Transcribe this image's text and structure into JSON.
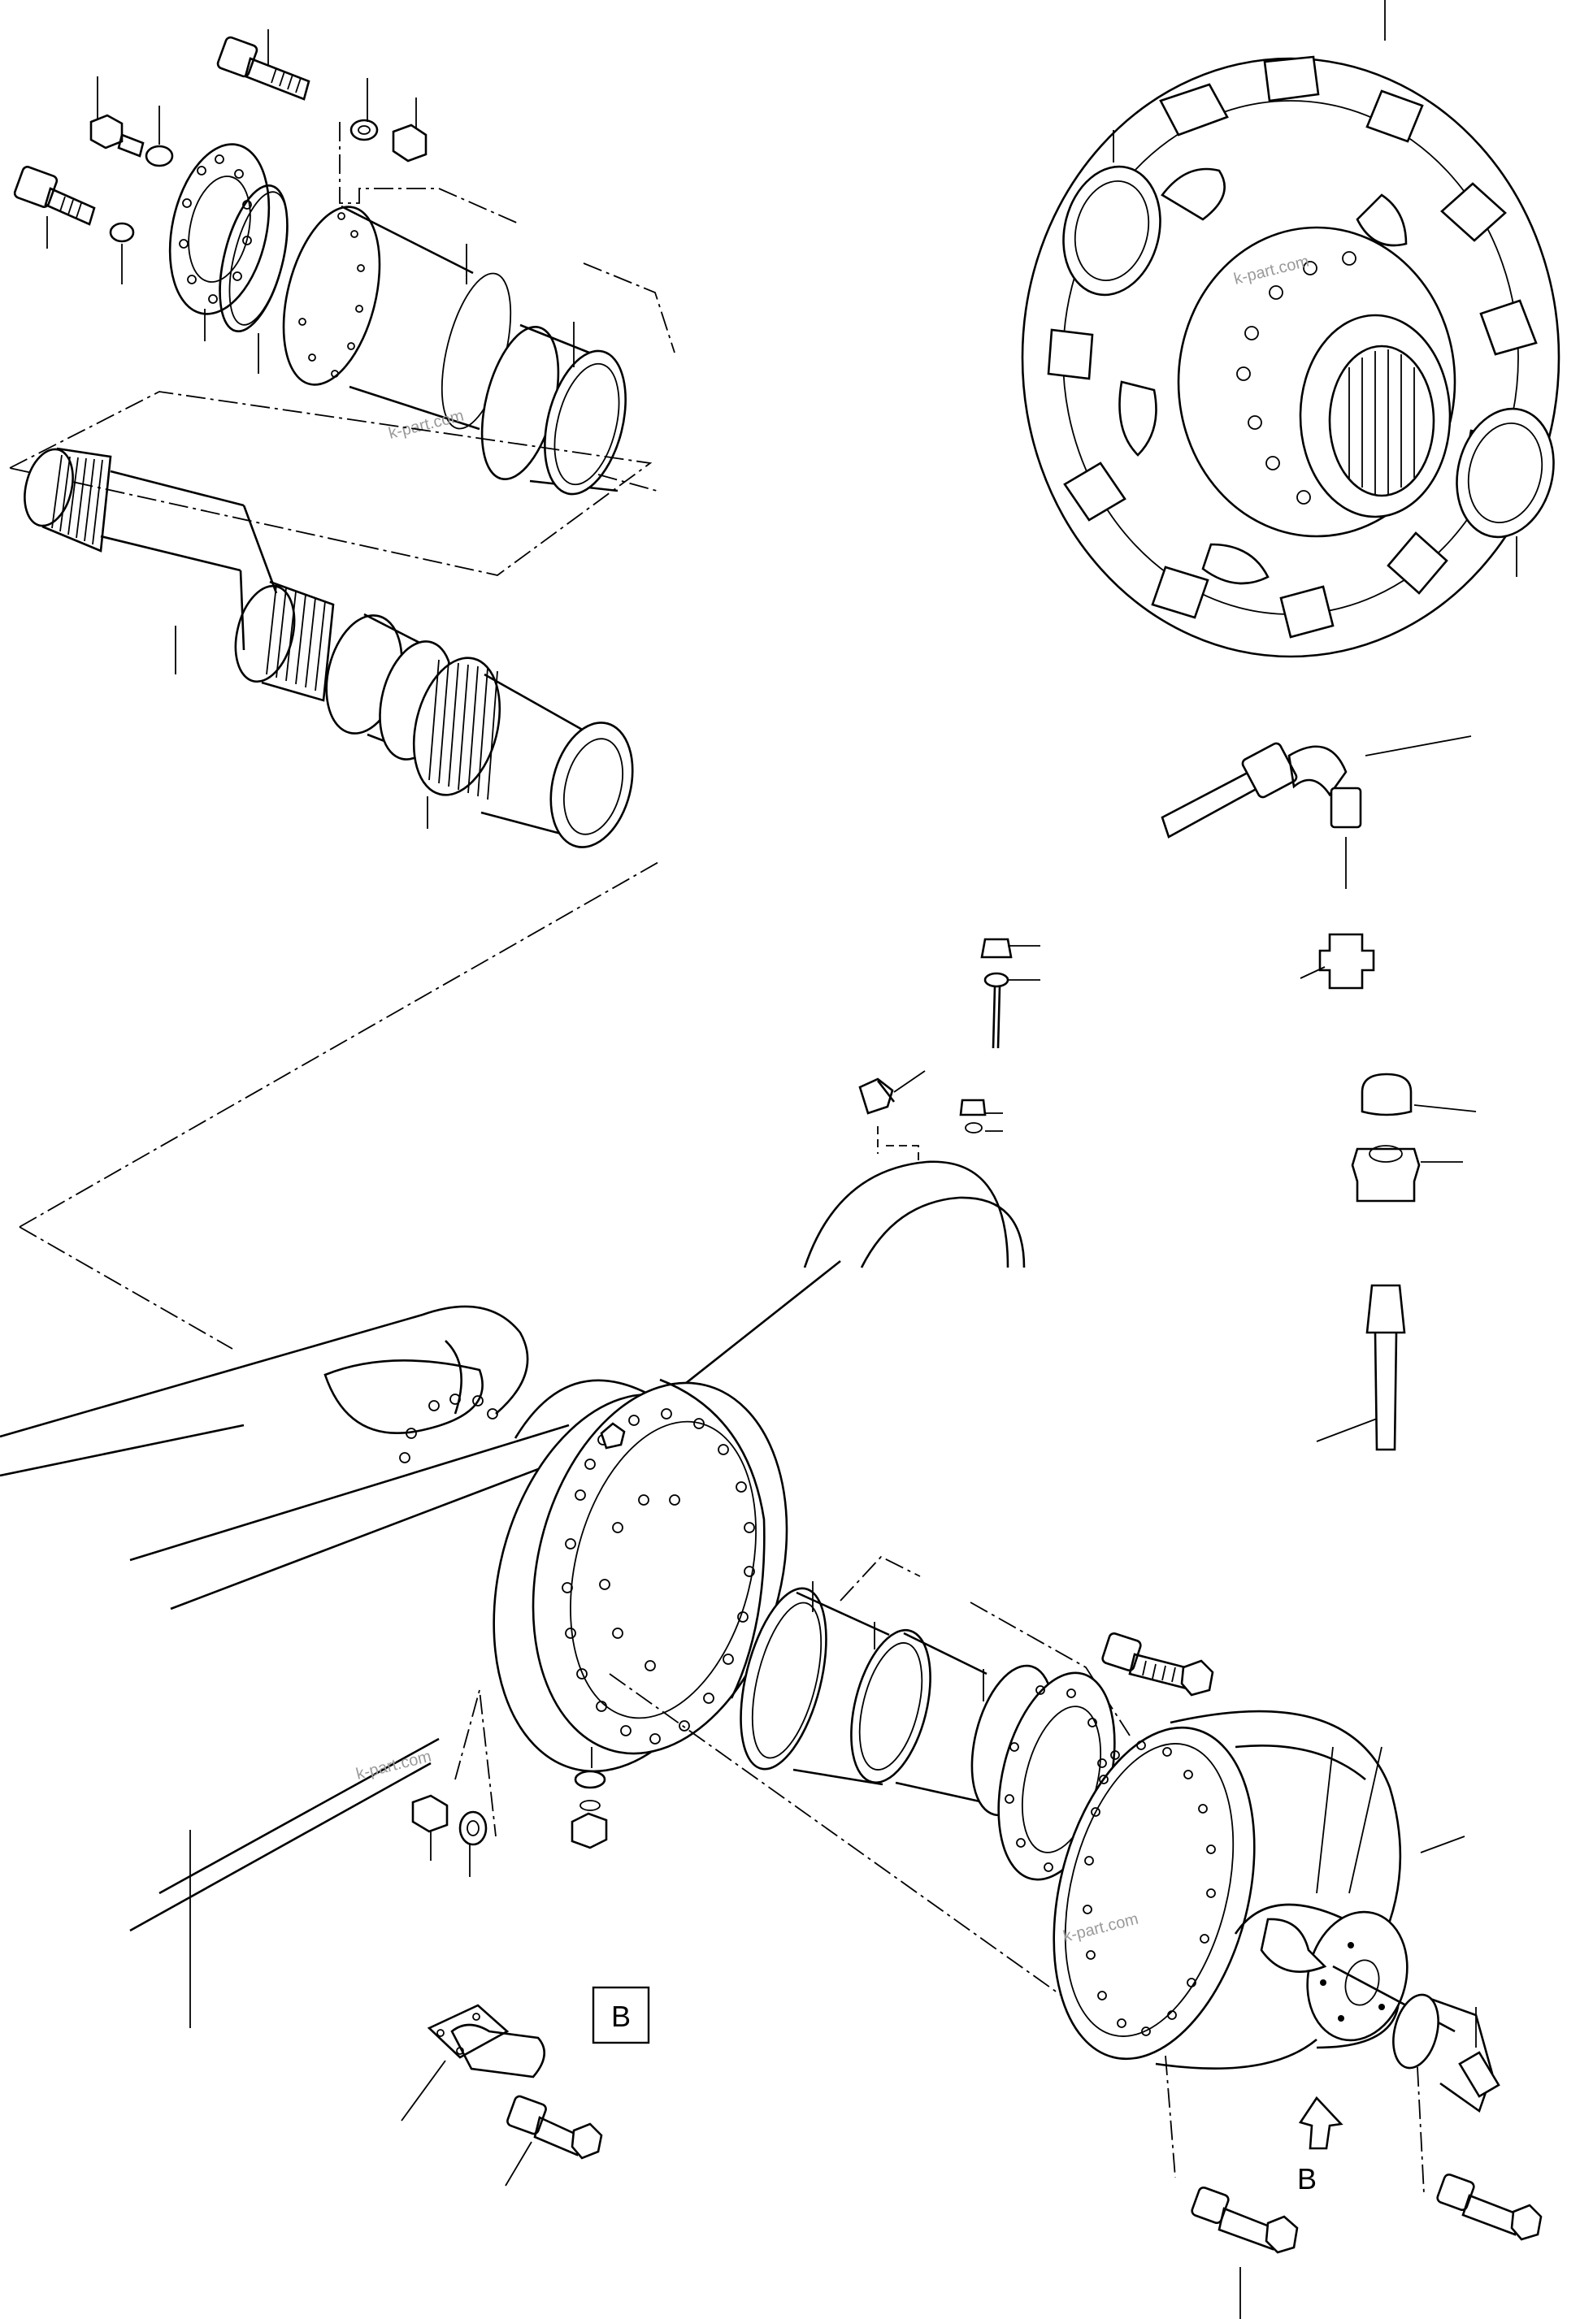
{
  "view_label_boxed": "B",
  "view_label_arrow": "B",
  "watermark": "k-part.com",
  "colors": {
    "line": "#000000",
    "background": "#ffffff",
    "watermark": "#9a9a9a"
  }
}
